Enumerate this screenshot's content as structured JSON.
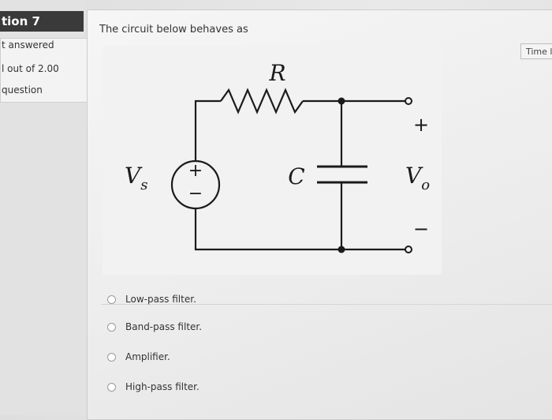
{
  "sidebar": {
    "question_header": "tion 7",
    "status": "t answered",
    "points": "l out of 2.00",
    "flag": "question"
  },
  "question": {
    "text": "The circuit below behaves as",
    "time_label": "Time l"
  },
  "circuit": {
    "resistor_label": "R",
    "capacitor_label": "C",
    "source_label": "V",
    "source_subscript": "s",
    "output_label": "V",
    "output_subscript": "o",
    "plus_sign": "+",
    "minus_sign": "−"
  },
  "options": [
    {
      "label": "Low-pass filter."
    },
    {
      "label": "Band-pass filter."
    },
    {
      "label": "Amplifier."
    },
    {
      "label": "High-pass filter."
    }
  ]
}
